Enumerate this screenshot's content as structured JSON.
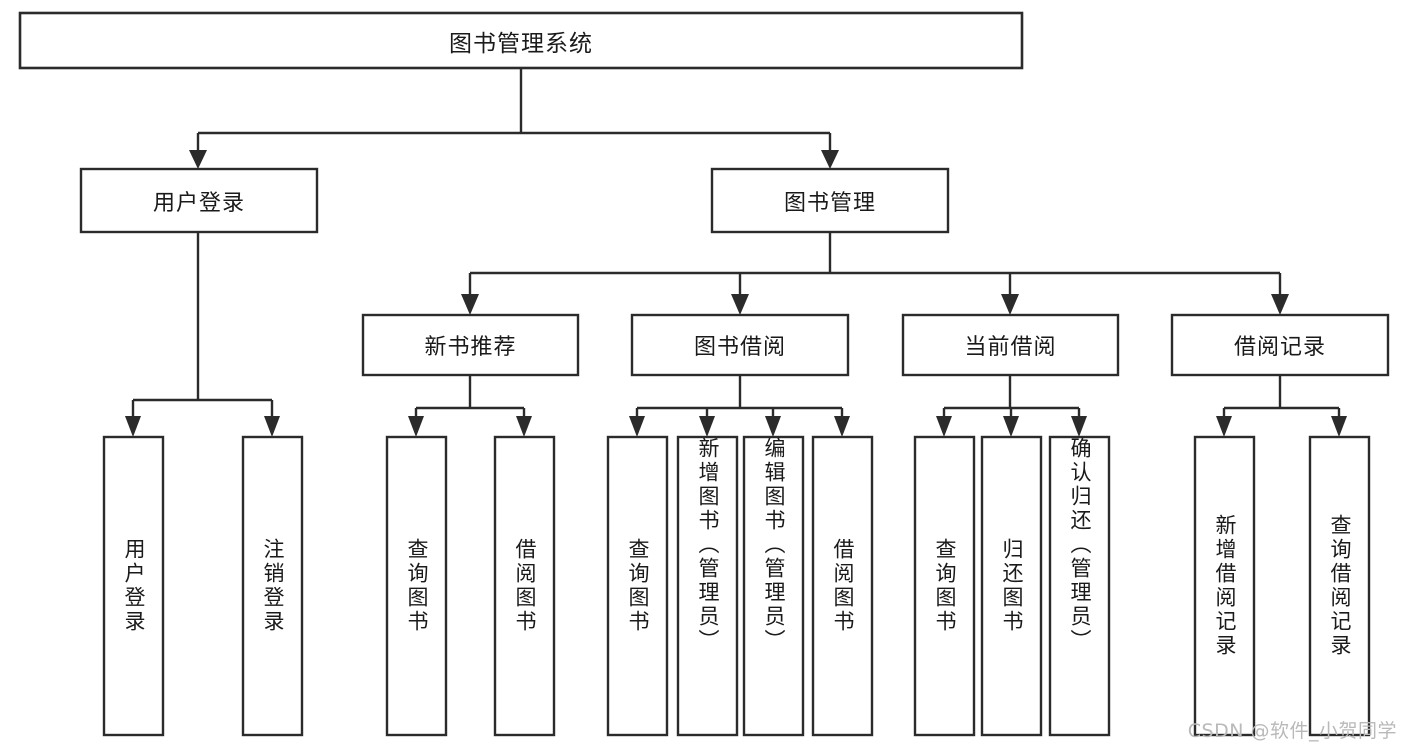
{
  "diagram": {
    "title": "图书管理系统",
    "type": "tree-hierarchy",
    "orientation": "top-down",
    "colors": {
      "box_stroke": "#2b2b2b",
      "box_fill": "#ffffff",
      "connector": "#2b2b2b",
      "text": "#1a1a1a",
      "background": "#ffffff",
      "watermark": "#b9b9b9"
    },
    "root": {
      "label": "图书管理系统"
    },
    "level2": [
      {
        "label": "用户登录"
      },
      {
        "label": "图书管理"
      }
    ],
    "level3": [
      {
        "label": "新书推荐"
      },
      {
        "label": "图书借阅"
      },
      {
        "label": "当前借阅"
      },
      {
        "label": "借阅记录"
      }
    ],
    "leaves_user_login": [
      {
        "label": "用户登录"
      },
      {
        "label": "注销登录"
      }
    ],
    "leaves_new_book": [
      {
        "label": "查询图书"
      },
      {
        "label": "借阅图书"
      }
    ],
    "leaves_borrow": [
      {
        "label": "查询图书"
      },
      {
        "label": "新增图书（管理员）"
      },
      {
        "label": "编辑图书（管理员）"
      },
      {
        "label": "借阅图书"
      }
    ],
    "leaves_current": [
      {
        "label": "查询图书"
      },
      {
        "label": "归还图书"
      },
      {
        "label": "确认归还（管理员）"
      }
    ],
    "leaves_records": [
      {
        "label": "新增借阅记录"
      },
      {
        "label": "查询借阅记录"
      }
    ]
  },
  "watermark": {
    "text": "CSDN @软件_小贺同学"
  }
}
